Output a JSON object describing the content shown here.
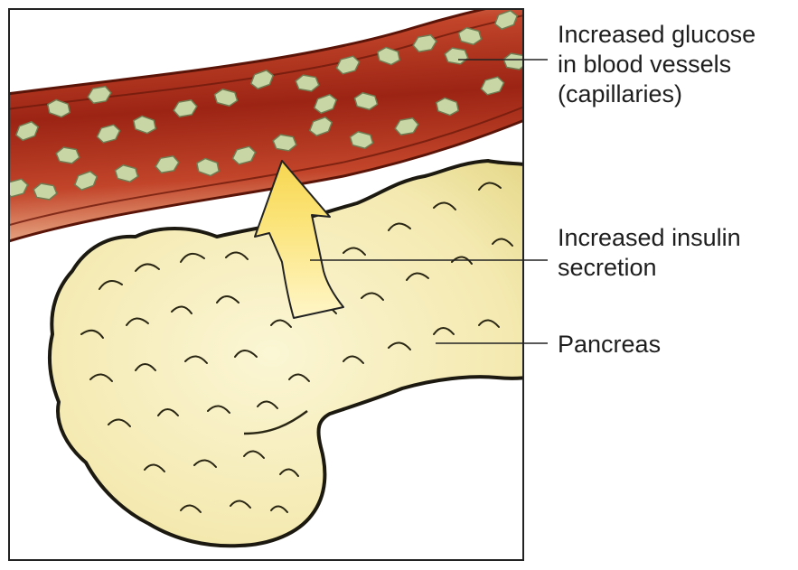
{
  "labels": {
    "glucose": [
      "Increased glucose",
      "in blood vessels",
      "(capillaries)"
    ],
    "insulin": [
      "Increased insulin",
      "secretion"
    ],
    "pancreas": [
      "Pancreas"
    ]
  },
  "colors": {
    "vessel_dark": "#9c2414",
    "vessel_light": "#e8a07a",
    "vessel_outline": "#5a1408",
    "glucose_fill": "#c8d6a6",
    "glucose_outline": "#6f7c52",
    "pancreas_fill": "#f6eeb8",
    "pancreas_outline": "#1c1a10",
    "arrow_fill": "#fbe57a",
    "frame": "#222222",
    "leader": "#222222"
  },
  "icons": [
    "blood-vessel",
    "glucose-molecule",
    "insulin-arrow",
    "pancreas"
  ]
}
